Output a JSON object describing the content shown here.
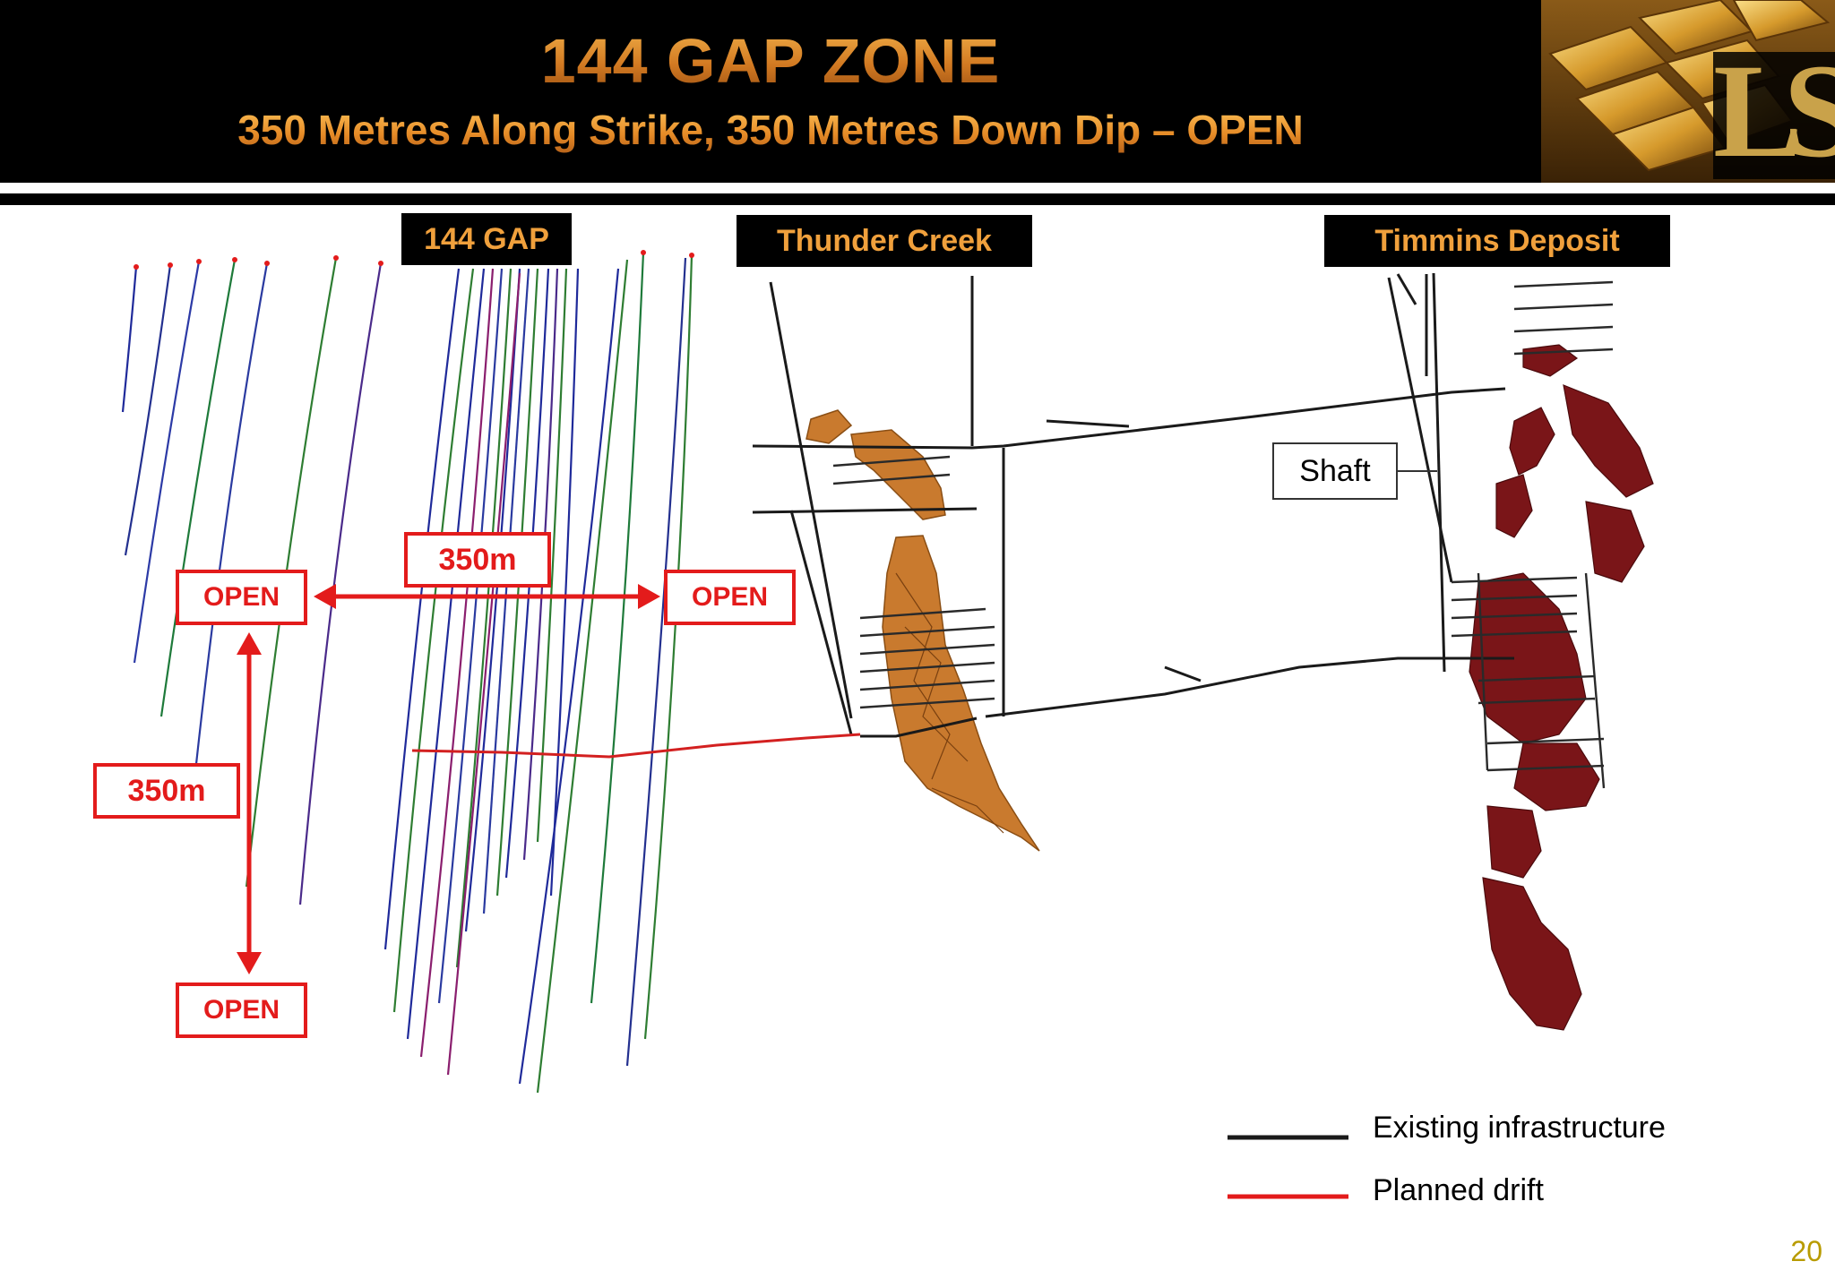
{
  "header": {
    "title": "144 GAP ZONE",
    "subtitle": "350 Metres Along Strike, 350 Metres Down Dip – OPEN",
    "logo_text": "LS"
  },
  "zones": {
    "gap": "144 GAP",
    "thunder": "Thunder Creek",
    "timmins": "Timmins Deposit"
  },
  "annotations": {
    "open_left": "OPEN",
    "open_right": "OPEN",
    "open_bottom": "OPEN",
    "strike_length": "350m",
    "dip_length": "350m",
    "shaft": "Shaft"
  },
  "legend": {
    "existing": "Existing infrastructure",
    "planned": "Planned drift"
  },
  "colors": {
    "existing": "#1a1a1a",
    "planned": "#e31b1b",
    "thunder_body": "#c97a2e",
    "timmins_body": "#7a1518",
    "accent": "#f0a03c"
  },
  "page_number": "20"
}
